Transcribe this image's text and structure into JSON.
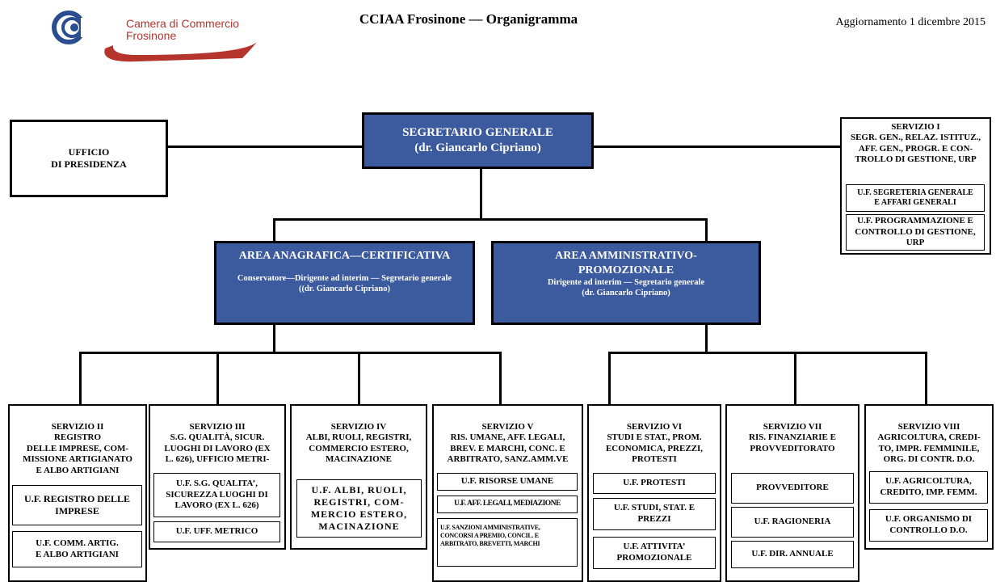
{
  "header": {
    "logo_line1": "Camera di Commercio",
    "logo_line2": "Frosinone",
    "title": "CCIAA Frosinone — Organigramma",
    "update": "Aggiornamento 1 dicembre 2015"
  },
  "colors": {
    "node_blue": "#3c5a9e",
    "logo_blue": "#2a4d8f",
    "logo_red": "#b5352d"
  },
  "top": {
    "segretario_l1": "SEGRETARIO GENERALE",
    "segretario_l2": "(dr. Giancarlo Cipriano)",
    "ufficio_l1": "UFFICIO",
    "ufficio_l2": "DI PRESIDENZA",
    "servizio1": {
      "title": "SERVIZIO I",
      "l1": "SEGR. GEN., RELAZ. ISTITUZ.,",
      "l2": "AFF. GEN., PROGR. E CON-",
      "l3": "TROLLO DI GESTIONE, URP",
      "uf1_l1": "U.F. SEGRETERIA GENERALE",
      "uf1_l2": "E AFFARI GENERALI",
      "uf2_l1": "U.F. PROGRAMMAZIONE E",
      "uf2_l2": "CONTROLLO DI GESTIONE,",
      "uf2_l3": "URP"
    }
  },
  "areas": {
    "anagrafica_title": "AREA ANAGRAFICA—CERTIFICATIVA",
    "anagrafica_sub1": "Conservatore—Dirigente ad interim — Segretario generale",
    "anagrafica_sub2": "((dr. Giancarlo Cipriano)",
    "amministrativa_title1": "AREA AMMINISTRATIVO-",
    "amministrativa_title2": "PROMOZIONALE",
    "amministrativa_sub1": "Dirigente ad interim — Segretario generale",
    "amministrativa_sub2": "(dr. Giancarlo Cipriano)"
  },
  "services": {
    "s2": {
      "h1": "SERVIZIO II",
      "h2": "REGISTRO",
      "h3": "DELLE IMPRESE, COM-",
      "h4": "MISSIONE ARTIGIANATO",
      "h5": "E ALBO ARTIGIANI",
      "u1_l1": "U.F. REGISTRO DELLE",
      "u1_l2": "IMPRESE",
      "u2_l1": "U.F. COMM. ARTIG.",
      "u2_l2": "E ALBO ARTIGIANI"
    },
    "s3": {
      "h1": "SERVIZIO III",
      "h2": "S.G. QUALITÀ, SICUR.",
      "h3": "LUOGHI DI LAVORO (EX",
      "h4": "L. 626), UFFICIO METRI-",
      "u1_l1": "U.F. S.G. QUALITA’,",
      "u1_l2": "SICUREZZA LUOGHI DI",
      "u1_l3": "LAVORO (EX L. 626)",
      "u2_l1": "U.F. UFF. METRICO"
    },
    "s4": {
      "h1": "SERVIZIO IV",
      "h2": "ALBI, RUOLI, REGISTRI,",
      "h3": "COMMERCIO ESTERO,",
      "h4": "MACINAZIONE",
      "u1_l1": "U.F. ALBI, RUOLI,",
      "u1_l2": "REGISTRI, COM-",
      "u1_l3": "MERCIO ESTERO,",
      "u1_l4": "MACINAZIONE"
    },
    "s5": {
      "h1": "SERVIZIO V",
      "h2": "RIS. UMANE, AFF. LEGALI,",
      "h3": "BREV. E MARCHI, CONC. E",
      "h4": "ARBITRATO, SANZ.AMM.VE",
      "u1_l1": "U.F. RISORSE UMANE",
      "u2_l1": "U.F. AFF. LEGALI, MEDIAZIONE",
      "u3_l1": "U.F. SANZIONI AMMINISTRATIVE,",
      "u3_l2": "CONCORSI A PREMIO, CONCIL. E",
      "u3_l3": "ARBITRATO, BREVETTI, MARCHI"
    },
    "s6": {
      "h1": "SERVIZIO VI",
      "h2": "STUDI E STAT., PROM.",
      "h3": "ECONOMICA, PREZZI,",
      "h4": "PROTESTI",
      "u1_l1": "U.F. PROTESTI",
      "u2_l1": "U.F. STUDI, STAT. E",
      "u2_l2": "PREZZI",
      "u3_l1": "U.F. ATTIVITA’",
      "u3_l2": "PROMOZIONALE"
    },
    "s7": {
      "h1": "SERVIZIO VII",
      "h2": "RIS. FINANZIARIE E",
      "h3": "PROVVEDITORATO",
      "u1_l1": "PROVVEDITORE",
      "u2_l1": "U.F. RAGIONERIA",
      "u3_l1": "U.F. DIR. ANNUALE"
    },
    "s8": {
      "h1": "SERVIZIO VIII",
      "h2": "AGRICOLTURA, CREDI-",
      "h3": "TO, IMPR. FEMMINILE,",
      "h4": "ORG. DI CONTR. D.O.",
      "u1_l1": "U.F. AGRICOLTURA,",
      "u1_l2": "CREDITO, IMP. FEMM.",
      "u2_l1": "U.F. ORGANISMO DI",
      "u2_l2": "CONTROLLO D.O."
    }
  }
}
